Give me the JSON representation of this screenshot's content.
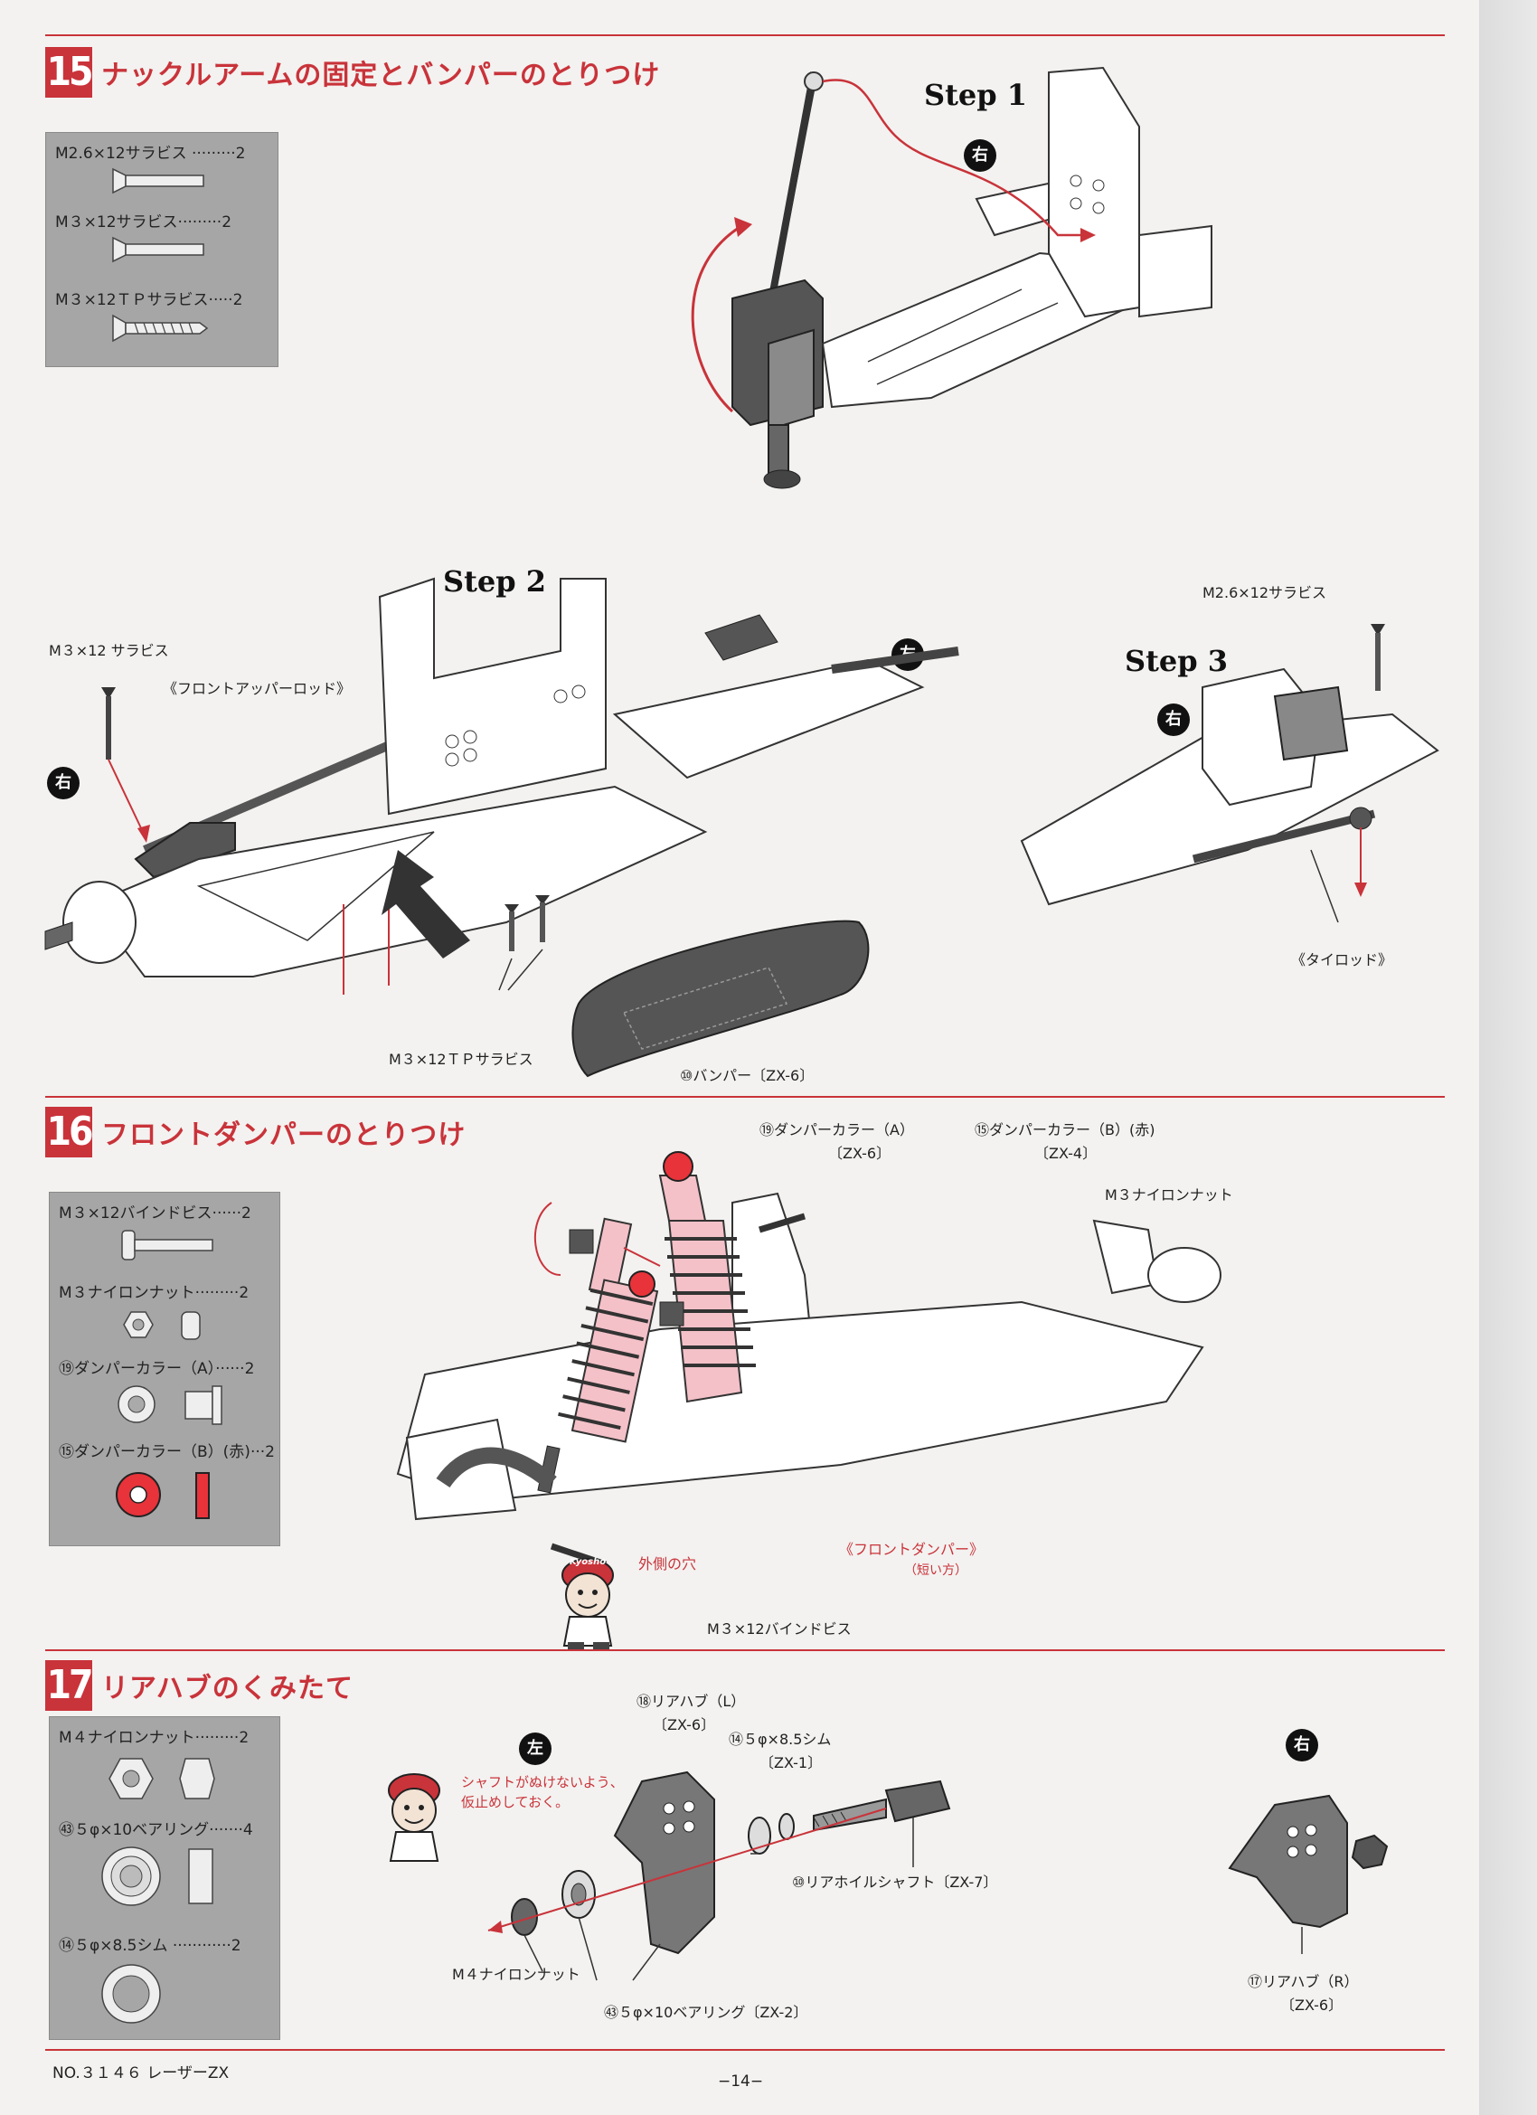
{
  "sections": [
    {
      "number": "15",
      "title": "ナックルアームの固定とバンパーのとりつけ",
      "parts": [
        {
          "name": "M2.6×12サラビス",
          "qty": "2"
        },
        {
          "name": "M３×12サラビス",
          "qty": "2"
        },
        {
          "name": "M３×12ＴＰサラビス",
          "qty": "2"
        }
      ],
      "steps": [
        {
          "label": "Step 1",
          "side": "右"
        },
        {
          "label": "Step 2",
          "side": "左"
        },
        {
          "label": "Step 3",
          "side": "右"
        }
      ],
      "step2_left_side": "右",
      "callouts": {
        "m3_screw": "M３×12 サラビス",
        "front_upper_rod": "《フロントアッパーロッド》",
        "tp_screw": "M３×12ＴＰサラビス",
        "bumper": "⑩バンパー〔ZX-6〕",
        "m26_screw": "M2.6×12サラビス",
        "tie_rod": "《タイロッド》"
      }
    },
    {
      "number": "16",
      "title": "フロントダンパーのとりつけ",
      "parts": [
        {
          "name": "M３×12バインドビス",
          "qty": "2"
        },
        {
          "name": "M３ナイロンナット",
          "qty": "2"
        },
        {
          "name": "⑲ダンパーカラー（A）",
          "qty": "2"
        },
        {
          "name": "⑮ダンパーカラー（B）(赤)",
          "qty": "2"
        }
      ],
      "callouts": {
        "collar_a": "⑲ダンパーカラー（A）",
        "collar_a_code": "〔ZX-6〕",
        "collar_b": "⑮ダンパーカラー（B）(赤)",
        "collar_b_code": "〔ZX-4〕",
        "nylon_nut": "M３ナイロンナット",
        "front_damper": "《フロントダンパー》",
        "front_damper_note": "（短い方）",
        "outer_hole": "外側の穴",
        "bind_screw": "M３×12バインドビス"
      }
    },
    {
      "number": "17",
      "title": "リアハブのくみたて",
      "parts": [
        {
          "name": "M４ナイロンナット",
          "qty": "2"
        },
        {
          "name": "㊸５φ×10ベアリング",
          "qty": "4"
        },
        {
          "name": "⑭５φ×8.5シム",
          "qty": "2"
        }
      ],
      "left_side": "左",
      "right_side": "右",
      "callouts": {
        "rear_hub_l": "⑱リアハブ（L）",
        "rear_hub_l_code": "〔ZX-6〕",
        "shim": "⑭５φ×8.5シム",
        "shim_code": "〔ZX-1〕",
        "note_line1": "シャフトがぬけないよう、",
        "note_line2": "仮止めしておく。",
        "wheel_shaft": "⑩リアホイルシャフト〔ZX-7〕",
        "m4_nut": "M４ナイロンナット",
        "bearing": "㊸５φ×10ベアリング〔ZX-2〕",
        "rear_hub_r": "⑰リアハブ（R）",
        "rear_hub_r_code": "〔ZX-6〕"
      }
    }
  ],
  "mascot_badge": "Kyosho",
  "footer": {
    "model": "NO.３１４６ レーザーZX",
    "page": "−14−"
  }
}
